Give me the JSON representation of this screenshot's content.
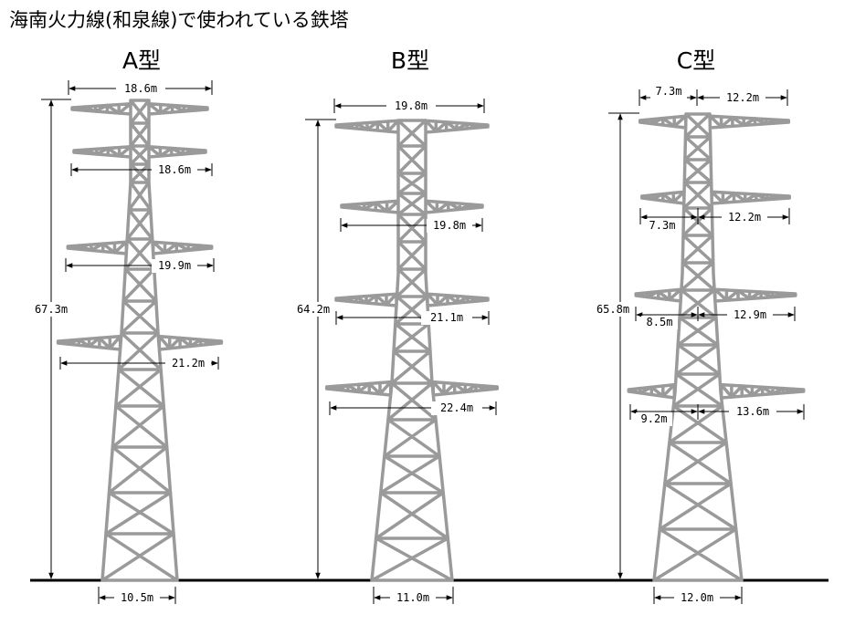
{
  "title": "海南火力線(和泉線)で使われている鉄塔",
  "colors": {
    "tower": "#9a9a9a",
    "ground": "#000000",
    "text": "#000000"
  },
  "towers": [
    {
      "type_label": "A型",
      "height": "67.3m",
      "base": "10.5m",
      "arm_widths": [
        "18.6m",
        "18.6m",
        "19.9m",
        "21.2m"
      ]
    },
    {
      "type_label": "B型",
      "height": "64.2m",
      "base": "11.0m",
      "arm_widths": [
        "19.8m",
        "19.8m",
        "21.1m",
        "22.4m"
      ]
    },
    {
      "type_label": "C型",
      "height": "65.8m",
      "base": "12.0m",
      "arm_widths": [
        {
          "left": "7.3m",
          "right": "12.2m"
        },
        {
          "left": "7.3m",
          "right": "12.2m"
        },
        {
          "left": "8.5m",
          "right": "12.9m"
        },
        {
          "left": "9.2m",
          "right": "13.6m"
        }
      ]
    }
  ]
}
